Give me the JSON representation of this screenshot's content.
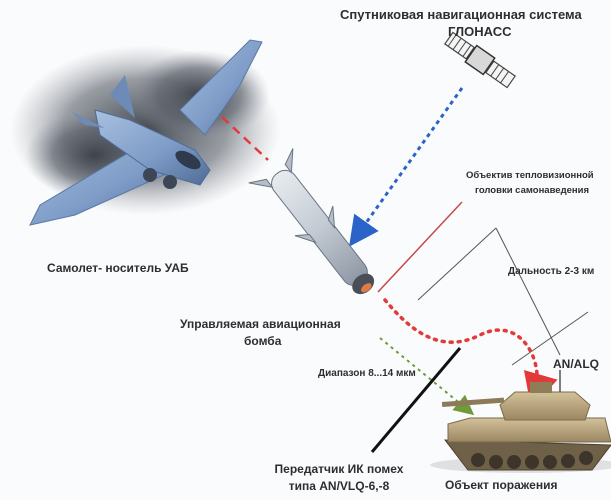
{
  "diagram": {
    "satellite_label": "Спутниковая навигационная система",
    "satellite_name": "ГЛОНАСС",
    "seeker_label_line1": "Объектив тепловизионной",
    "seeker_label_line2": "головки самонаведения",
    "range_label": "Дальность 2-3 км",
    "carrier_label": "Самолет- носитель УАБ",
    "bomb_label_line1": "Управляемая авиационная",
    "bomb_label_line2": "бомба",
    "band_label": "Диапазон 8...14 мкм",
    "jammer_model_short": "AN/ALQ",
    "jammer_label_line1": "Передатчик ИК помех",
    "jammer_label_line2": "типа AN/VLQ-6,-8",
    "target_label": "Объект поражения"
  },
  "colors": {
    "laser_red": "#e23a3a",
    "gps_blue": "#2b64c8",
    "ir_green": "#6f9a3a",
    "aircraft_blue": "#7e9cc8",
    "tank_tan": "#b9a27a"
  }
}
